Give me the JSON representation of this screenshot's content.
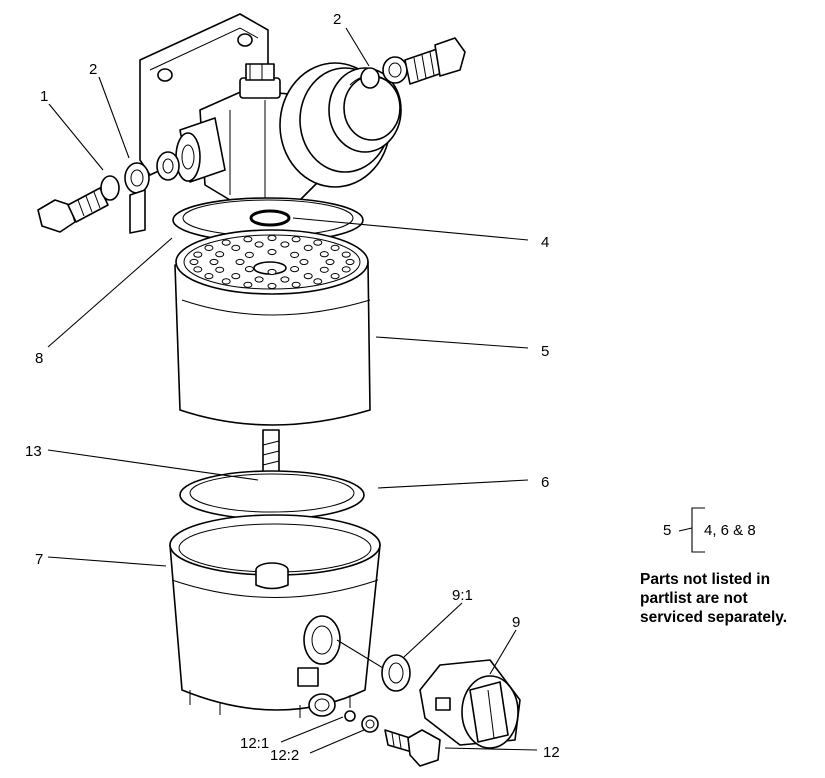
{
  "callouts": {
    "c1": "1",
    "c2a": "2",
    "c2b": "2",
    "c4": "4",
    "c5": "5",
    "c6": "6",
    "c7": "7",
    "c8": "8",
    "c9": "9",
    "c9_1": "9:1",
    "c12": "12",
    "c12_1": "12:1",
    "c12_2": "12:2",
    "c13": "13"
  },
  "reference": {
    "parent": "5",
    "children": "4, 6 & 8"
  },
  "note": {
    "line1": "Parts not listed in",
    "line2": "partlist are not",
    "line3": "serviced separately."
  }
}
